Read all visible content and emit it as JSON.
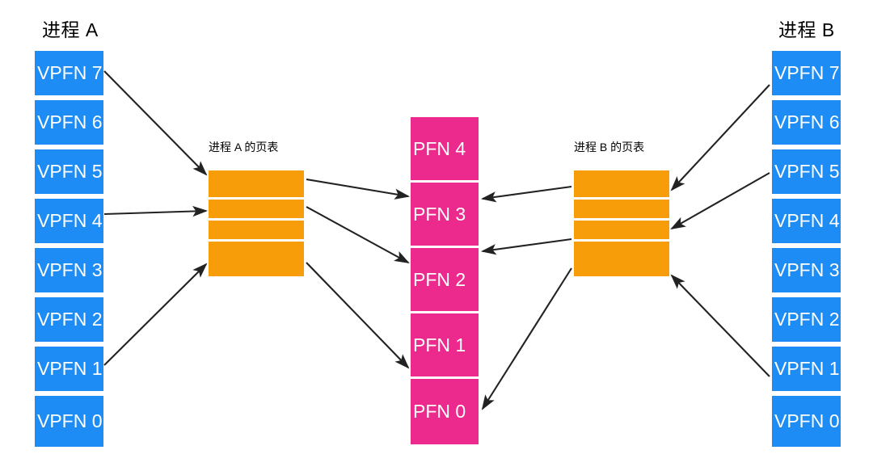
{
  "diagram": {
    "title_process_a": "进程 A",
    "title_process_b": "进程 B",
    "pagetable_a_label": "进程 A 的页表",
    "pagetable_b_label": "进程 B 的页表",
    "colors": {
      "virtual_page": "#1e8cf5",
      "physical_page": "#ec2a8e",
      "page_table_entry": "#f79d09",
      "arrow": "#222222",
      "background": "#ffffff",
      "text_on_block": "#ffffff",
      "text_label": "#000000"
    }
  },
  "process_a": {
    "name": "进程 A",
    "virtual_pages": [
      {
        "label": "VPFN 7"
      },
      {
        "label": "VPFN 6"
      },
      {
        "label": "VPFN 5"
      },
      {
        "label": "VPFN 4"
      },
      {
        "label": "VPFN 3"
      },
      {
        "label": "VPFN 2"
      },
      {
        "label": "VPFN 1"
      },
      {
        "label": "VPFN 0"
      }
    ],
    "page_table": {
      "label": "进程 A 的页表",
      "entries": [
        {
          "label": ""
        },
        {
          "label": ""
        },
        {
          "label": ""
        },
        {
          "label": ""
        }
      ]
    }
  },
  "physical_memory": {
    "frames": [
      {
        "label": "PFN 4"
      },
      {
        "label": "PFN 3"
      },
      {
        "label": "PFN 2"
      },
      {
        "label": "PFN 1"
      },
      {
        "label": "PFN 0"
      }
    ]
  },
  "process_b": {
    "name": "进程 B",
    "virtual_pages": [
      {
        "label": "VPFN 7"
      },
      {
        "label": "VPFN 6"
      },
      {
        "label": "VPFN 5"
      },
      {
        "label": "VPFN 4"
      },
      {
        "label": "VPFN 3"
      },
      {
        "label": "VPFN 2"
      },
      {
        "label": "VPFN 1"
      },
      {
        "label": "VPFN 0"
      }
    ],
    "page_table": {
      "label": "进程 B 的页表",
      "entries": [
        {
          "label": ""
        },
        {
          "label": ""
        },
        {
          "label": ""
        },
        {
          "label": ""
        }
      ]
    }
  },
  "mappings": [
    {
      "from": "A VPFN 7",
      "to": "A page table entry 1"
    },
    {
      "from": "A VPFN 4",
      "to": "A page table entry 2"
    },
    {
      "from": "A VPFN 1",
      "to": "A page table entry 4"
    },
    {
      "from": "A page table entry 1",
      "to": "PFN 3"
    },
    {
      "from": "A page table entry 2",
      "to": "PFN 2"
    },
    {
      "from": "A page table entry 4",
      "to": "PFN 1"
    },
    {
      "from": "B VPFN 7",
      "to": "B page table entry 1"
    },
    {
      "from": "B VPFN 5",
      "to": "B page table entry 3"
    },
    {
      "from": "B VPFN 1",
      "to": "B page table entry 4"
    },
    {
      "from": "B page table entry 1",
      "to": "PFN 3"
    },
    {
      "from": "B page table entry 3",
      "to": "PFN 2"
    },
    {
      "from": "B page table entry 4",
      "to": "PFN 0"
    }
  ]
}
